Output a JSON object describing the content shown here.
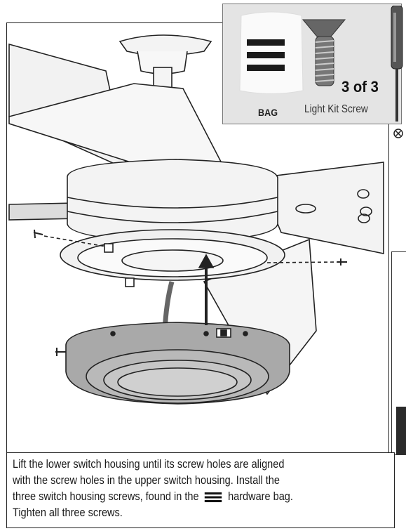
{
  "parts_callout": {
    "bag_label": "BAG",
    "screw_name": "Light Kit Screw",
    "screw_count": "3 of 3",
    "bag_icon": "three-bars-icon",
    "screw_icon": "screw-icon",
    "tool_icon": "screwdriver-icon"
  },
  "instruction": {
    "line1": "Lift the lower switch housing until its screw holes are aligned",
    "line2": "with the screw holes in the upper switch housing. Install the",
    "line3_before": "three switch housing screws, found in the",
    "line3_after": "hardware bag.",
    "line4": "Tighten all three screws."
  },
  "colors": {
    "callout_bg": "#e4e4e4",
    "line_art": "#222222",
    "housing_fill": "#a9a9a9"
  }
}
